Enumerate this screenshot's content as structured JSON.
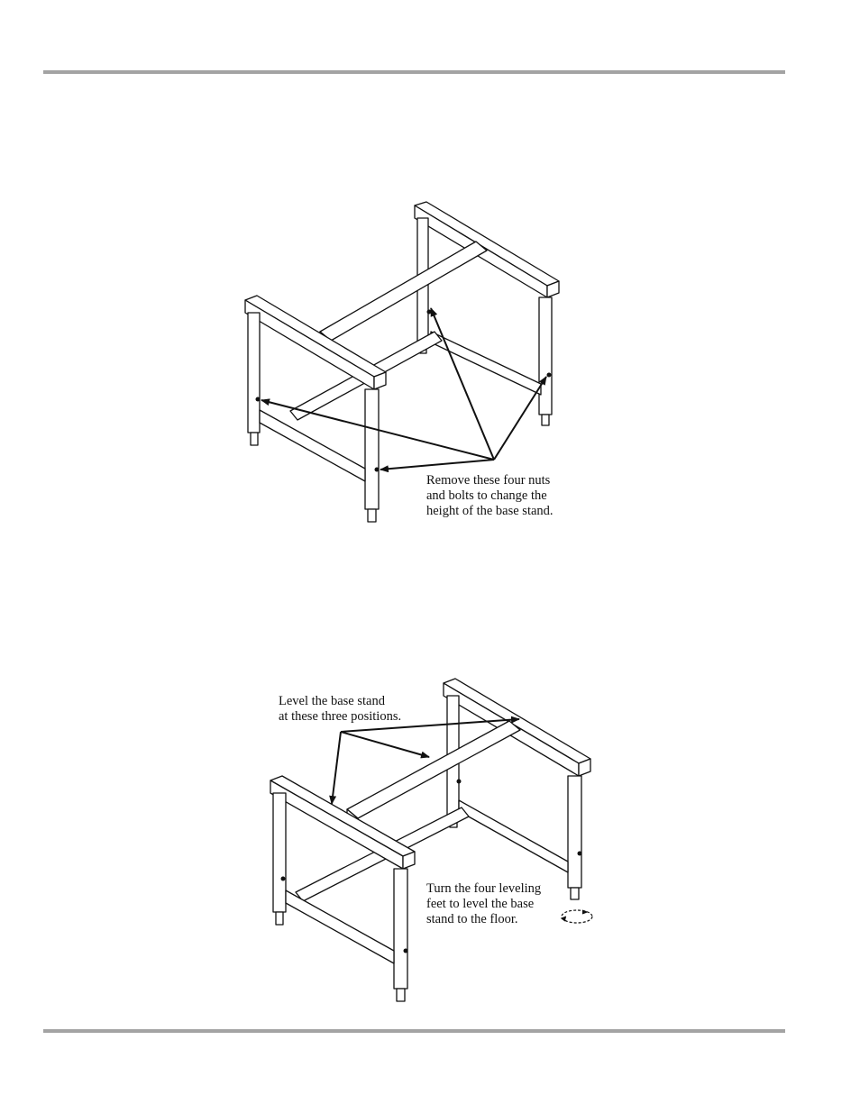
{
  "figure1": {
    "callout_lines": [
      "Remove these four nuts",
      "and bolts to change the",
      "height of the base stand."
    ]
  },
  "figure2": {
    "callout_top_lines": [
      "Level the base stand",
      "at these three positions."
    ],
    "callout_bottom_lines": [
      "Turn the four leveling",
      "feet to level the base",
      "stand to the floor."
    ]
  },
  "colors": {
    "rule": "#a3a3a3",
    "line_art": "#111111"
  }
}
